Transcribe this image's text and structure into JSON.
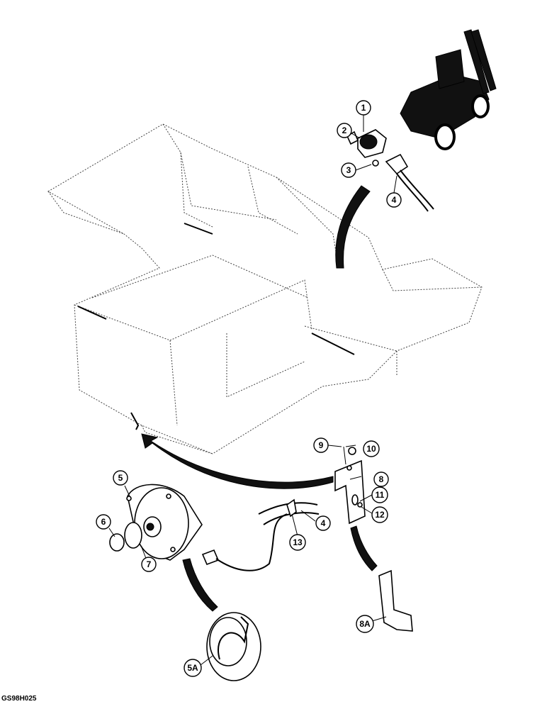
{
  "callouts": {
    "c1": "1",
    "c2": "2",
    "c3": "3",
    "c4a": "4",
    "c4b": "4",
    "c5": "5",
    "c5a": "5A",
    "c6": "6",
    "c7": "7",
    "c8": "8",
    "c8a": "8A",
    "c9": "9",
    "c10": "10",
    "c11": "11",
    "c12": "12",
    "c13": "13"
  },
  "reference_code": "GS98H025",
  "icons": [
    "forklift-icon",
    "horn-icon",
    "switch-icon",
    "bracket-icon"
  ]
}
